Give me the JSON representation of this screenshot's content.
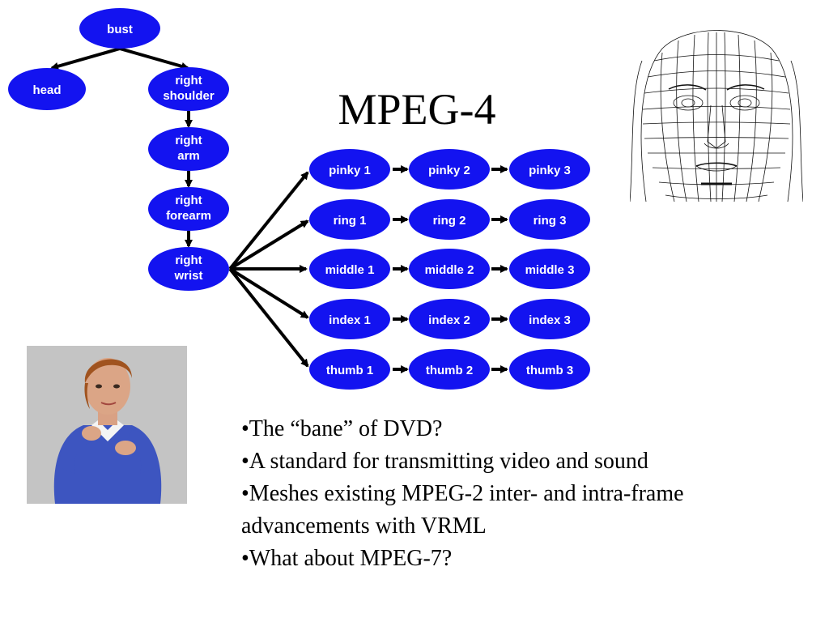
{
  "slide": {
    "title": "MPEG-4",
    "bullets": [
      "•The “bane” of DVD?",
      "•A standard for transmitting video and sound",
      "•Meshes existing MPEG-2 inter- and intra-frame advancements with VRML",
      "•What about MPEG-7?"
    ]
  },
  "diagram": {
    "node_color": "#1313f0",
    "node_text_color": "#ffffff",
    "nodes": {
      "bust": [
        "bust"
      ],
      "head": [
        "head"
      ],
      "right_shoulder": [
        "right",
        "shoulder"
      ],
      "right_arm": [
        "right",
        "arm"
      ],
      "right_forearm": [
        "right",
        "forearm"
      ],
      "right_wrist": [
        "right",
        "wrist"
      ],
      "pinky_1": [
        "pinky 1"
      ],
      "pinky_2": [
        "pinky 2"
      ],
      "pinky_3": [
        "pinky 3"
      ],
      "ring_1": [
        "ring 1"
      ],
      "ring_2": [
        "ring 2"
      ],
      "ring_3": [
        "ring 3"
      ],
      "middle_1": [
        "middle 1"
      ],
      "middle_2": [
        "middle 2"
      ],
      "middle_3": [
        "middle 3"
      ],
      "index_1": [
        "index 1"
      ],
      "index_2": [
        "index 2"
      ],
      "index_3": [
        "index 3"
      ],
      "thumb_1": [
        "thumb 1"
      ],
      "thumb_2": [
        "thumb 2"
      ],
      "thumb_3": [
        "thumb 3"
      ]
    }
  },
  "images": {
    "face_mesh": "wireframe-face-mesh",
    "avatar": "signing-avatar"
  }
}
